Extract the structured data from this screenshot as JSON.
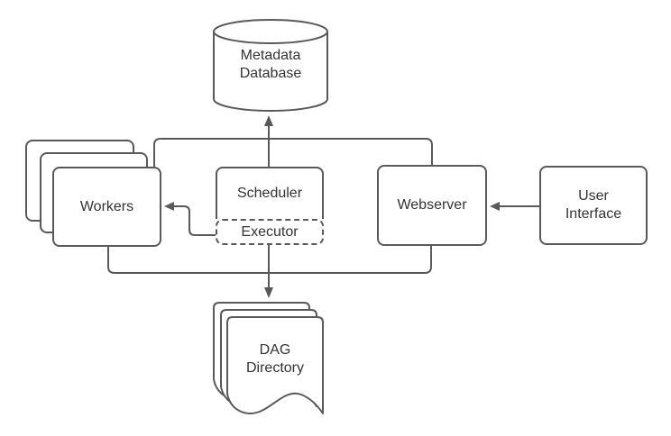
{
  "nodes": {
    "metadata_database": {
      "label": "Metadata\nDatabase",
      "shape": "cylinder"
    },
    "workers": {
      "label": "Workers",
      "shape": "stacked-rectangle",
      "stack_count": 3
    },
    "scheduler": {
      "label": "Scheduler",
      "shape": "rectangle"
    },
    "executor": {
      "label": "Executor",
      "shape": "dashed-rectangle",
      "contained_in": "scheduler"
    },
    "webserver": {
      "label": "Webserver",
      "shape": "rectangle"
    },
    "user_interface": {
      "label": "User\nInterface",
      "shape": "rectangle"
    },
    "dag_directory": {
      "label": "DAG\nDirectory",
      "shape": "stacked-document",
      "stack_count": 3
    }
  },
  "edges": [
    {
      "from": [
        "workers",
        "scheduler",
        "webserver"
      ],
      "to": "metadata_database",
      "arrowhead_at": "metadata_database"
    },
    {
      "from": [
        "workers",
        "executor",
        "webserver"
      ],
      "to": "dag_directory",
      "arrowhead_at": "dag_directory"
    },
    {
      "from": "executor",
      "to": "workers",
      "arrowhead_at": "workers"
    },
    {
      "from": "user_interface",
      "to": "webserver",
      "arrowhead_at": "webserver"
    }
  ],
  "colors": {
    "stroke": "#595959",
    "text": "#333333",
    "background": "#ffffff"
  }
}
